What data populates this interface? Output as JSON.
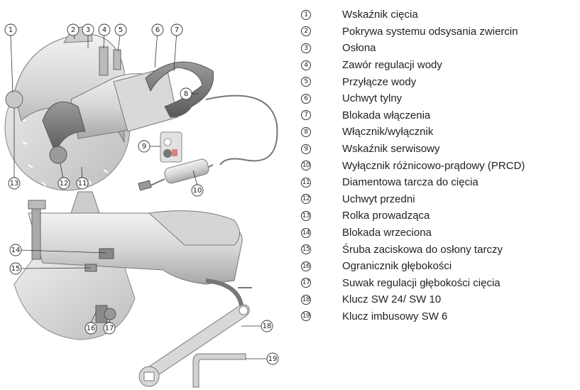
{
  "legend": [
    {
      "num": "1",
      "label": "Wskaźnik cięcia"
    },
    {
      "num": "2",
      "label": "Pokrywa systemu odsysania zwiercin"
    },
    {
      "num": "3",
      "label": "Osłona"
    },
    {
      "num": "4",
      "label": "Zawór regulacji wody"
    },
    {
      "num": "5",
      "label": "Przyłącze wody"
    },
    {
      "num": "6",
      "label": "Uchwyt tylny"
    },
    {
      "num": "7",
      "label": "Blokada włączenia"
    },
    {
      "num": "8",
      "label": "Włącznik/wyłącznik"
    },
    {
      "num": "9",
      "label": "Wskaźnik serwisowy"
    },
    {
      "num": "10",
      "label": "Wyłącznik różnicowo-prądowy (PRCD)"
    },
    {
      "num": "11",
      "label": "Diamentowa tarcza do cięcia"
    },
    {
      "num": "12",
      "label": "Uchwyt przedni"
    },
    {
      "num": "13",
      "label": "Rolka prowadząca"
    },
    {
      "num": "14",
      "label": "Blokada wrzeciona"
    },
    {
      "num": "15",
      "label": "Śruba zaciskowa do osłony tarczy"
    },
    {
      "num": "16",
      "label": "Ogranicznik głębokości"
    },
    {
      "num": "17",
      "label": "Suwak regulacji głębokości cięcia"
    },
    {
      "num": "18",
      "label": "Klucz SW 24/ SW 10"
    },
    {
      "num": "19",
      "label": "Klucz imbusowy SW 6"
    }
  ],
  "callouts": [
    "1",
    "2",
    "3",
    "4",
    "5",
    "6",
    "7",
    "8",
    "9",
    "10",
    "11",
    "12",
    "13",
    "14",
    "15",
    "16",
    "17",
    "18",
    "19"
  ]
}
